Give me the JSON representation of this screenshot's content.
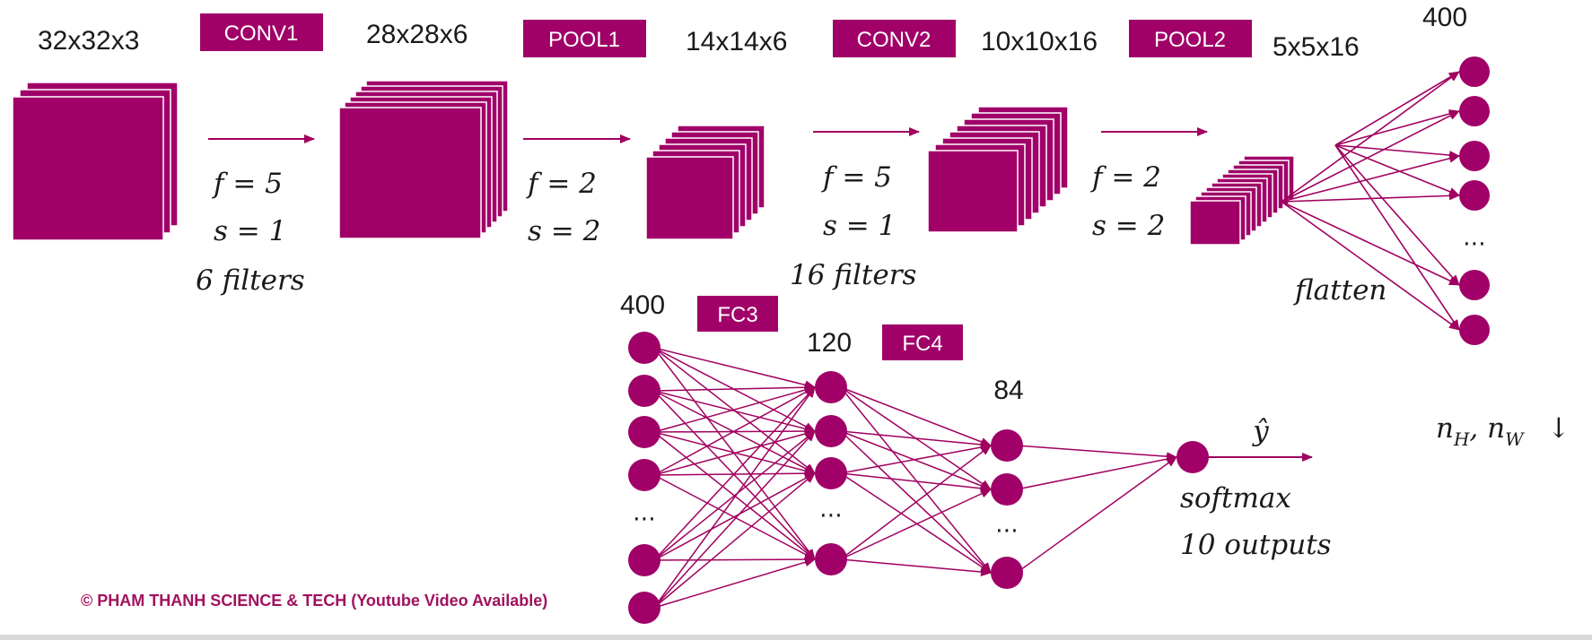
{
  "colors": {
    "accent": "#a00068",
    "arrow": "#a0005f",
    "text": "#1a1a1a",
    "footer": "#a0125e"
  },
  "volumes": {
    "input": {
      "dims": "32x32x3"
    },
    "conv1": {
      "dims": "28x28x6"
    },
    "pool1": {
      "dims": "14x14x6"
    },
    "conv2": {
      "dims": "10x10x16"
    },
    "pool2": {
      "dims": "5x5x16"
    }
  },
  "layers": {
    "conv1": {
      "label": "CONV1",
      "f": "f = 5",
      "s": "s = 1",
      "filters": "6 filters"
    },
    "pool1": {
      "label": "POOL1",
      "f": "f = 2",
      "s": "s = 2"
    },
    "conv2": {
      "label": "CONV2",
      "f": "f = 5",
      "s": "s = 1",
      "filters": "16 filters"
    },
    "pool2": {
      "label": "POOL2",
      "f": "f = 2",
      "s": "s = 2"
    }
  },
  "flatten": {
    "count": "400",
    "label": "flatten",
    "ellipsis": "⋯"
  },
  "fc": {
    "fc3_label": "FC3",
    "fc4_label": "FC4",
    "layer1_count": "400",
    "layer2_count": "120",
    "layer3_count": "84",
    "ellipsis": "⋯"
  },
  "output": {
    "yhat": "ŷ",
    "softmax": "softmax",
    "outputs": "10 outputs"
  },
  "note": {
    "nh_nw": "n",
    "nh_sub": "H",
    "nw_sub": "W",
    "sep": ", ",
    "arrow": "↓"
  },
  "footer": {
    "copyright": "© PHAM THANH SCIENCE & TECH (Youtube Video Available)"
  }
}
